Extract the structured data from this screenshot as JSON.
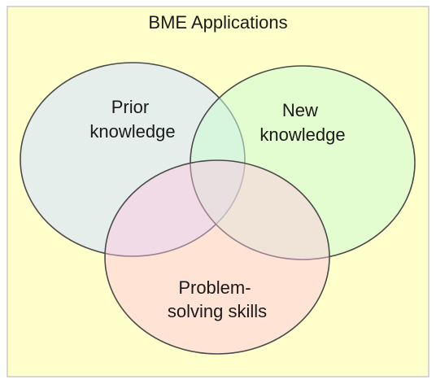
{
  "title": "BME Applications",
  "background_color": "#ffffcc",
  "circles": [
    {
      "id": "prior",
      "label_lines": [
        "Prior",
        "knowledge"
      ],
      "fill": "#e6edf2"
    },
    {
      "id": "new",
      "label_lines": [
        "New",
        "knowledge"
      ],
      "fill": "#ddfadd"
    },
    {
      "id": "problem",
      "label_lines": [
        "Problem-",
        "solving skills"
      ],
      "fill": "#fbe2e8"
    }
  ]
}
